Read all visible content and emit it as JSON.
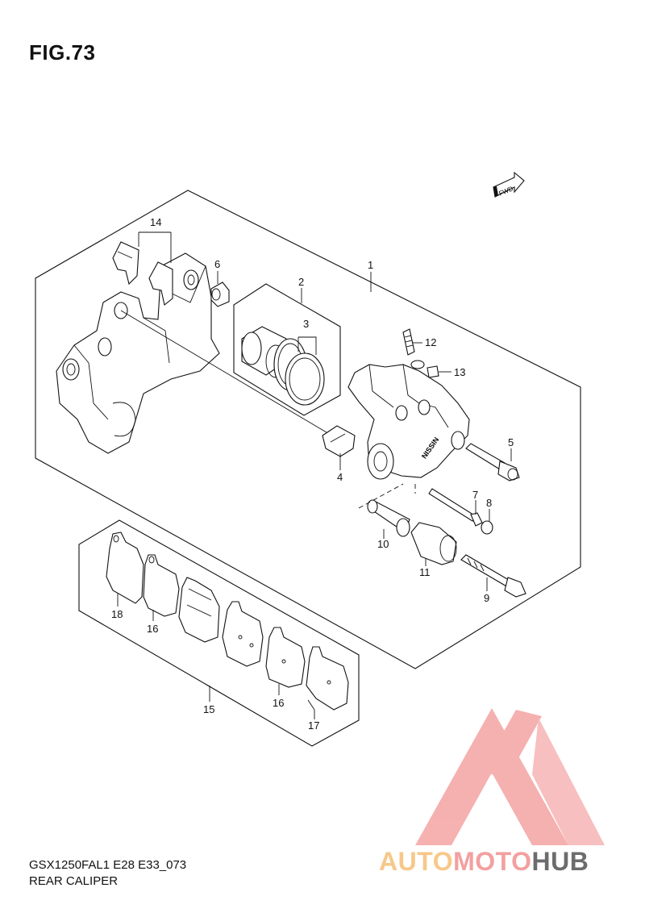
{
  "figure": {
    "title": "FIG.73",
    "model_code": "GSX1250FAL1 E28 E33_073",
    "section_name": "REAR CALIPER",
    "direction_tag": "FWD",
    "caliper_brand": "NISSIN"
  },
  "callouts": [
    {
      "id": "c1",
      "label": "1"
    },
    {
      "id": "c2",
      "label": "2"
    },
    {
      "id": "c3",
      "label": "3"
    },
    {
      "id": "c4",
      "label": "4"
    },
    {
      "id": "c5",
      "label": "5"
    },
    {
      "id": "c6",
      "label": "6"
    },
    {
      "id": "c7",
      "label": "7"
    },
    {
      "id": "c8",
      "label": "8"
    },
    {
      "id": "c9",
      "label": "9"
    },
    {
      "id": "c10",
      "label": "10"
    },
    {
      "id": "c11",
      "label": "11"
    },
    {
      "id": "c12",
      "label": "12"
    },
    {
      "id": "c13",
      "label": "13"
    },
    {
      "id": "c14",
      "label": "14"
    },
    {
      "id": "c15",
      "label": "15"
    },
    {
      "id": "c16a",
      "label": "16"
    },
    {
      "id": "c16b",
      "label": "16"
    },
    {
      "id": "c17",
      "label": "17"
    },
    {
      "id": "c18",
      "label": "18"
    }
  ],
  "watermark": {
    "word_1": "AUTO",
    "word_2": "MOTO",
    "word_3": "HUB",
    "colors": {
      "word_1": "#f7c88a",
      "word_2": "#f3a0a0",
      "word_3": "#6c6c6c",
      "triangle": "#f4a3a3"
    }
  }
}
